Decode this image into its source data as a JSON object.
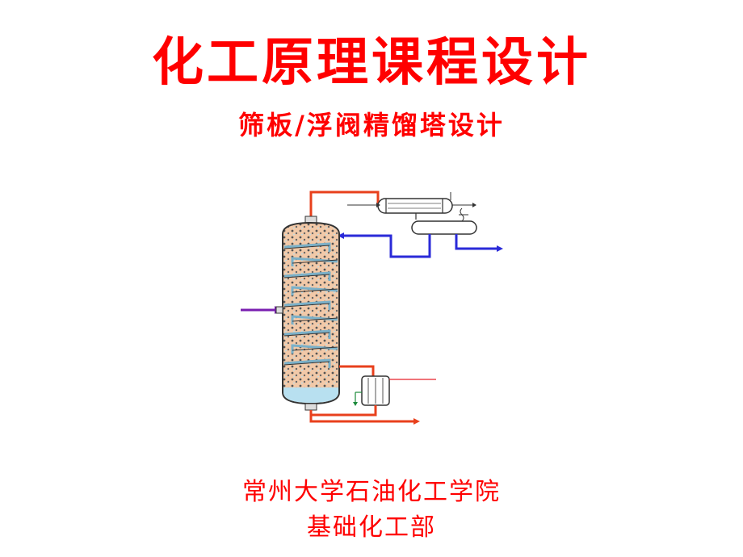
{
  "title": "化工原理课程设计",
  "subtitle": "筛板/浮阀精馏塔设计",
  "institution": {
    "line1": "常州大学石油化工学院",
    "line2": "基础化工部"
  },
  "colors": {
    "title": "#ff0000",
    "vapor_line": "#e8401c",
    "reflux_line": "#2a2ad8",
    "feed_line": "#7a1fb0",
    "steam_line": "#e8202a",
    "condensate_line": "#1a8a3a",
    "liquid": "#f2c9a8",
    "bubbles": "#b8e0f0"
  }
}
